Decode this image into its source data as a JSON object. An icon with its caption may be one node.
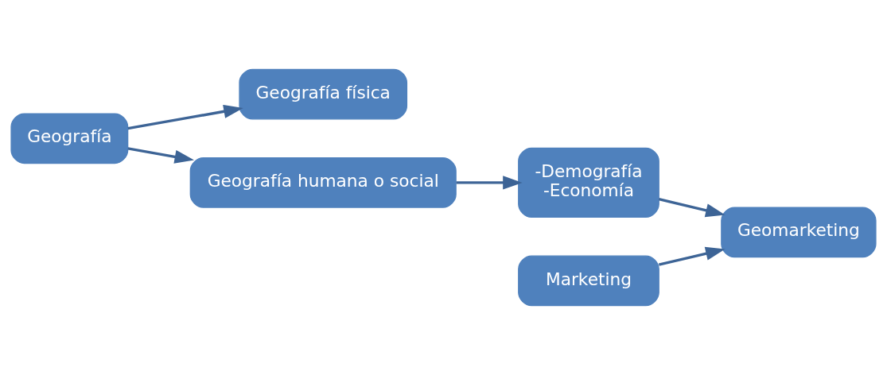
{
  "diagram": {
    "nodes": [
      {
        "text": [
          "Geografía"
        ]
      },
      {
        "text": [
          "Geografía física"
        ]
      },
      {
        "text": [
          "Geografía humana o social"
        ]
      },
      {
        "text": [
          "-Demografía",
          "-Economía"
        ]
      },
      {
        "text": [
          "Geomarketing"
        ]
      },
      {
        "text": [
          "Marketing"
        ]
      }
    ],
    "edges": [
      {
        "from": 0,
        "to": 1,
        "arrow": "to"
      },
      {
        "from": 0,
        "to": 2,
        "arrow": "to"
      },
      {
        "from": 2,
        "to": 3,
        "arrow": "to"
      },
      {
        "from": 3,
        "to": 4,
        "arrow": "to"
      },
      {
        "from": 5,
        "to": 4,
        "arrow": "to"
      }
    ]
  }
}
